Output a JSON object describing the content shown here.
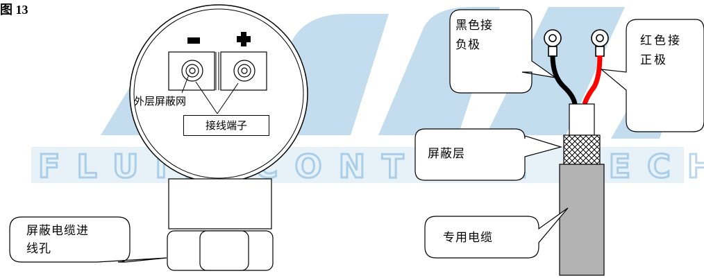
{
  "figure_label": "图 13",
  "watermark": {
    "text": "FLUID CONTROL TECHNOLOGY",
    "color": "#3c8fc8"
  },
  "transmitter": {
    "polarity_negative": "minus-sign-icon",
    "polarity_positive": "plus-sign-icon",
    "shield_mesh_label": "外层屏蔽网",
    "terminal_label": "接线端子",
    "cable_entry_label_line1": "屏蔽电缆进",
    "cable_entry_label_line2": "线孔"
  },
  "cable": {
    "black_wire_label_line1": "黑色接",
    "black_wire_label_line2": "负极",
    "red_wire_label_line1": "红色接",
    "red_wire_label_line2": "正极",
    "shield_layer_label": "屏蔽层",
    "cable_label": "专用电缆",
    "black_wire_color": "#000000",
    "red_wire_color": "#ff0000",
    "cable_color": "#b3b3b3"
  }
}
